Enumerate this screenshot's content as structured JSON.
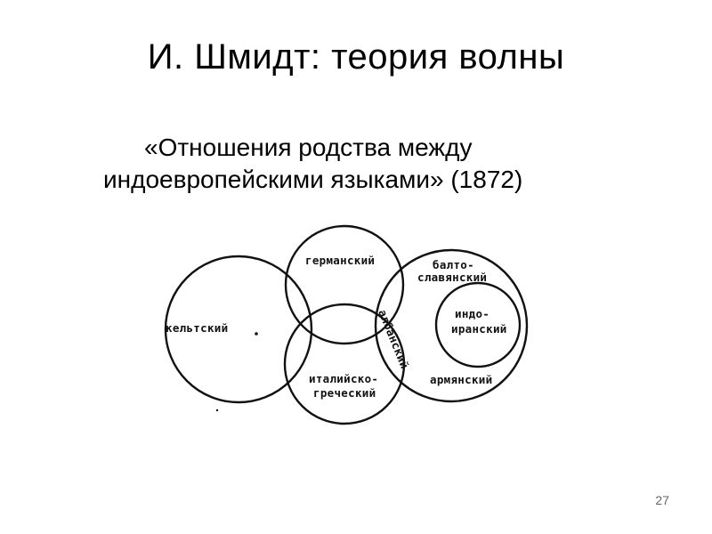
{
  "slide": {
    "title": "И. Шмидт: теория волны",
    "subtitle_line1": "«Отношения родства между",
    "subtitle_line2": "индоевропейскими языками» (1872)",
    "page_number": "27"
  },
  "diagram": {
    "labels": {
      "celtic": "кельтский",
      "germanic": "германский",
      "balto_slavic_1": "балто-",
      "balto_slavic_2": "славянский",
      "indo_iranian_1": "индо-",
      "indo_iranian_2": "иранский",
      "albanian": "албанский",
      "italo_greek_1": "италийско-",
      "italo_greek_2": "греческий",
      "armenian": "армянский"
    }
  }
}
